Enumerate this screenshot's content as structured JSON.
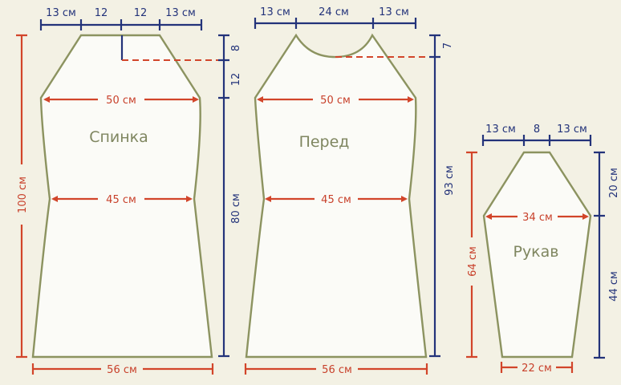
{
  "colors": {
    "background": "#f3f1e4",
    "piece_fill": "#fbfbf7",
    "outline": "#8c9360",
    "blue_dimension": "#23337a",
    "red_dimension": "#d2452a",
    "label_text": "#7f8660"
  },
  "pieces": [
    {
      "name": "Спинка",
      "top_widths": [
        "13 см",
        "12",
        "12",
        "13 см"
      ],
      "right_heights": [
        "8",
        "12",
        "80 см"
      ],
      "left_height": "100 см",
      "widths": {
        "chest": "50 см",
        "waist": "45 см",
        "bottom": "56 см"
      }
    },
    {
      "name": "Перед",
      "top_widths": [
        "13 см",
        "24 см",
        "13 см"
      ],
      "right_heights": [
        "7",
        "93 см"
      ],
      "widths": {
        "chest": "50 см",
        "waist": "45 см",
        "bottom": "56 см"
      }
    },
    {
      "name": "Рукав",
      "top_widths": [
        "13 см",
        "8",
        "13 см"
      ],
      "right_heights": [
        "20 см",
        "44 см"
      ],
      "left_height": "64 см",
      "widths": {
        "chest": "34 см",
        "bottom": "22 см"
      }
    }
  ]
}
